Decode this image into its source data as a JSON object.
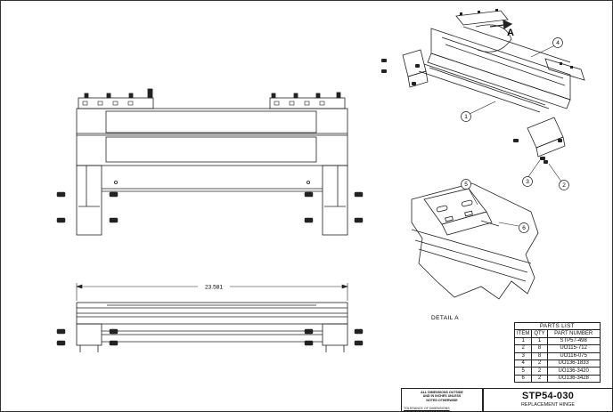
{
  "views": {
    "dimension_label": "23.581",
    "detail_caption": "DETAIL  A",
    "section_marker": "A"
  },
  "balloons": [
    "1",
    "2",
    "3",
    "4",
    "5",
    "6"
  ],
  "parts_list": {
    "title": "PARTS LIST",
    "columns": [
      "ITEM",
      "QTY",
      "PART NUMBER"
    ],
    "rows": [
      [
        "1",
        "1",
        "STP57-498"
      ],
      [
        "2",
        "8",
        "UO115-712"
      ],
      [
        "3",
        "8",
        "UO116-075"
      ],
      [
        "4",
        "2",
        "UO136-1833"
      ],
      [
        "5",
        "2",
        "UO136-3420"
      ],
      [
        "6",
        "2",
        "UO136-3428"
      ]
    ]
  },
  "notes": {
    "line1": "ALL DIMENSIONS OUTSIDE",
    "line2": "AND IN INCHES UNLESS",
    "line3": "NOTED OTHERWISE",
    "tolerance": "TOLERANCE OF DIMENSIONS"
  },
  "title_block": {
    "drawing_number": "STP54-030",
    "description": "REPLACEMENT HINGE"
  }
}
